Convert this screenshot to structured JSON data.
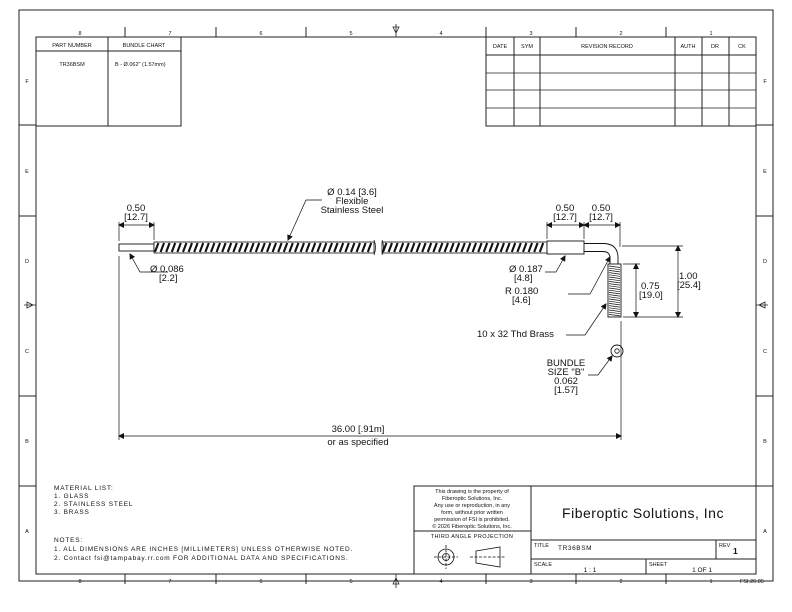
{
  "zones": {
    "columns": [
      "8",
      "7",
      "6",
      "5",
      "4",
      "3",
      "2",
      "1"
    ],
    "rows": [
      "F",
      "E",
      "D",
      "C",
      "B",
      "A"
    ]
  },
  "part_table": {
    "header_part": "PART NUMBER",
    "header_bundle": "BUNDLE CHART",
    "part_number": "TR36BSM",
    "bundle_chart": "B - Ø.062\" (1.57mm)"
  },
  "revision_table": {
    "headers": [
      "DATE",
      "SYM",
      "REVISION RECORD",
      "AUTH",
      "DR",
      "CK"
    ]
  },
  "callouts": {
    "tip_len_1": "0.50",
    "tip_len_1_mm": "[12.7]",
    "flex_1": "Ø 0.14 [3.6]",
    "flex_2": "Flexible",
    "flex_3": "Stainless Steel",
    "tip_dia_1": "Ø 0.086",
    "tip_dia_2": "[2.2]",
    "ferrule_len_1": "0.50",
    "ferrule_len_1_mm": "[12.7]",
    "bend_len_1": "0.50",
    "bend_len_1_mm": "[12.7]",
    "ferrule_dia_1": "Ø 0.187",
    "ferrule_dia_2": "[4.8]",
    "radius_1": "R 0.180",
    "radius_2": "[4.6]",
    "thread_len_1": "0.75",
    "thread_len_2": "[19.0]",
    "total_height_1": "1.00",
    "total_height_2": "[25.4]",
    "thread_spec": "10 x 32 Thd Brass",
    "bundle_1": "BUNDLE",
    "bundle_2": "SIZE \"B\"",
    "bundle_3": "0.062",
    "bundle_4": "[1.57]",
    "length_1": "36.00 [.91m]",
    "length_2": "or as specified"
  },
  "materials": {
    "title": "MATERIAL LIST:",
    "items": [
      "1.   GLASS",
      "2.   STAINLESS STEEL",
      "3.   BRASS"
    ]
  },
  "notes": {
    "title": "NOTES:",
    "items": [
      "1.   ALL DIMENSIONS ARE INCHES [MILLIMETERS] UNLESS OTHERWISE NOTED.",
      "2.   Contact fsi@tampabay.rr.com FOR ADDITIONAL DATA AND SPECIFICATIONS."
    ]
  },
  "title_block": {
    "property_lines": [
      "This drawing is the property of",
      "Fiberoptic Solutions, Inc.",
      "Any use or reproduction, in any",
      "form, without prior written",
      "permission of FSI is prohibited.",
      "© 2026 Fiberoptic Solutions, Inc."
    ],
    "projection": "THIRD ANGLE PROJECTION",
    "company": "Fiberoptic Solutions, Inc",
    "title_label": "TITLE",
    "title": "TR36BSM",
    "rev_label": "REV",
    "rev": "1",
    "scale_label": "SCALE",
    "scale": "1 : 1",
    "sheet_label": "SHEET",
    "sheet": "1  OF 1"
  },
  "footer_code": "FSI.26.05"
}
